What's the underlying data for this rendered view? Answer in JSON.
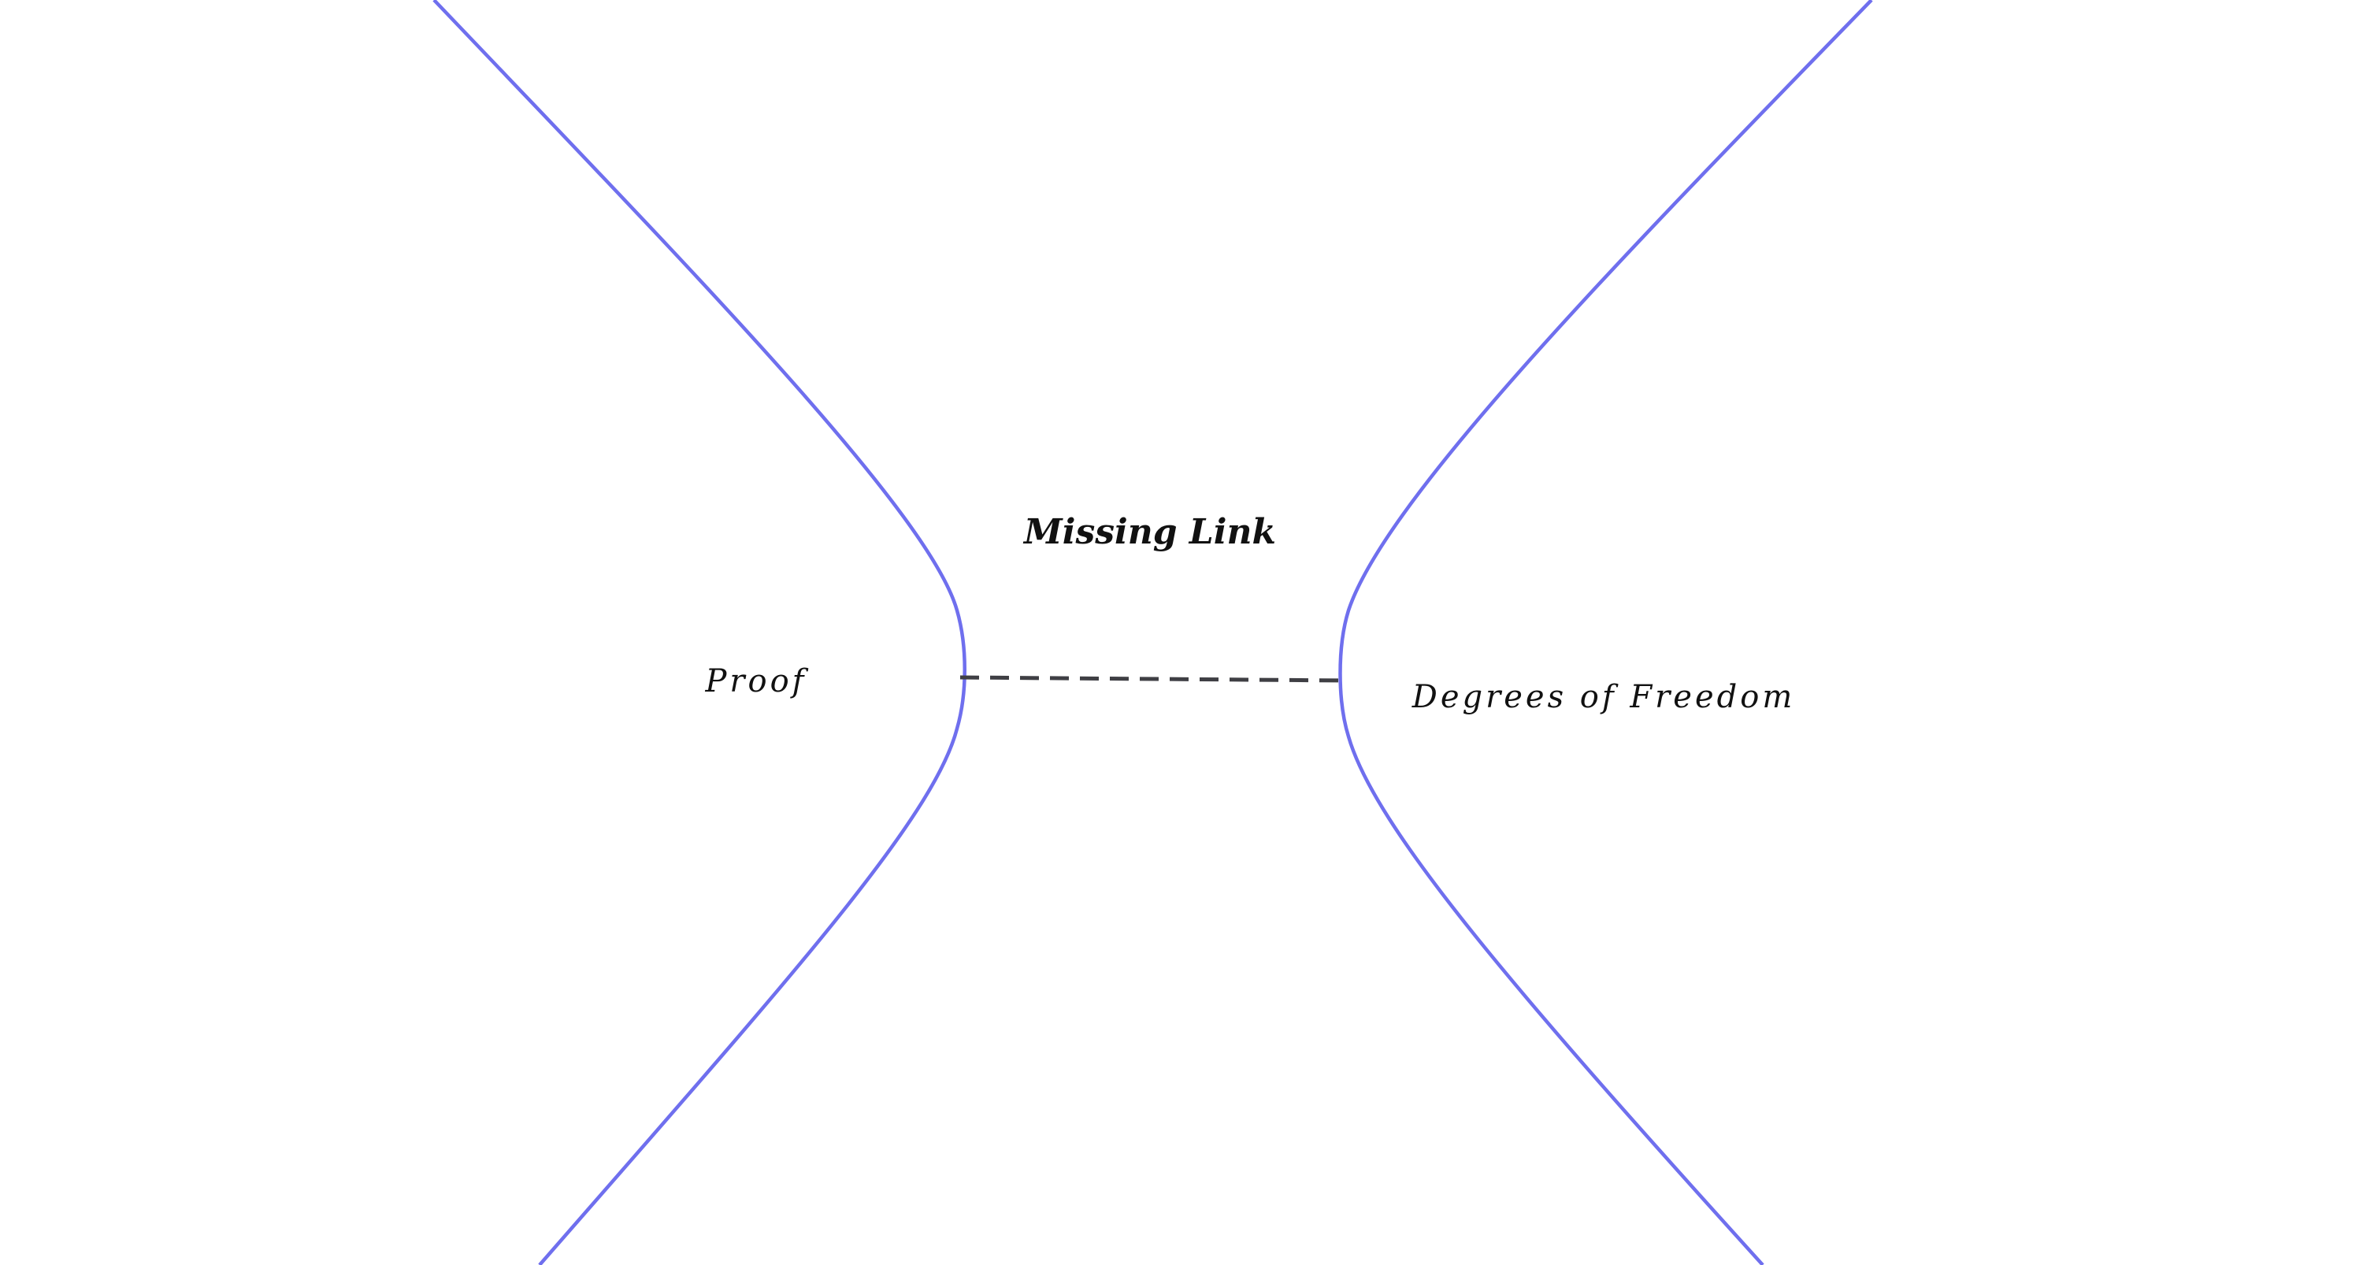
{
  "diagram": {
    "title": "Missing Link",
    "left_label": "Proof",
    "right_label": "Degrees of Freedom",
    "colors": {
      "curve": "#6f6fee",
      "connector": "#3f3f44",
      "text": "#111111",
      "background": "#ffffff"
    }
  }
}
